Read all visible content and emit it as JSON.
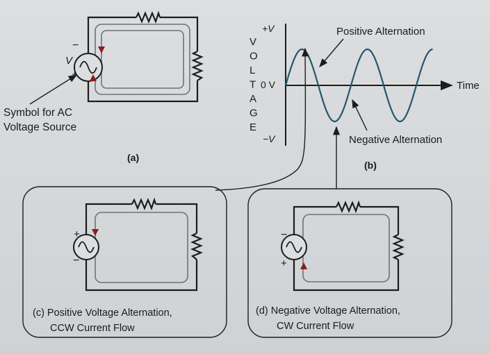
{
  "panel_a": {
    "caption": "(a)",
    "source_label": "Symbol for AC\nVoltage Source",
    "minus": "−",
    "plus": "+",
    "v_label": "V"
  },
  "panel_b": {
    "caption": "(b)",
    "axis_letters": [
      "V",
      "O",
      "L",
      "T",
      "A",
      "G",
      "E"
    ],
    "ymax_label": "+V",
    "zero_label": "0 V",
    "ymin_label": "−V",
    "time_label": "Time",
    "pos_label": "Positive Alternation",
    "neg_label": "Negative Alternation"
  },
  "panel_c": {
    "caption_line1": "(c)  Positive Voltage Alternation,",
    "caption_line2": "CCW Current Flow",
    "top_sign": "+",
    "bottom_sign": "−"
  },
  "panel_d": {
    "caption_line1": "(d)  Negative Voltage Alternation,",
    "caption_line2": "CW Current Flow",
    "top_sign": "−",
    "bottom_sign": "+"
  },
  "colors": {
    "wave": "#24566a",
    "current_arrow": "#8a1d1d",
    "wire": "#1c1c1c"
  },
  "icons": [
    "ac-source-icon",
    "resistor-icon",
    "current-arrow-icon"
  ]
}
